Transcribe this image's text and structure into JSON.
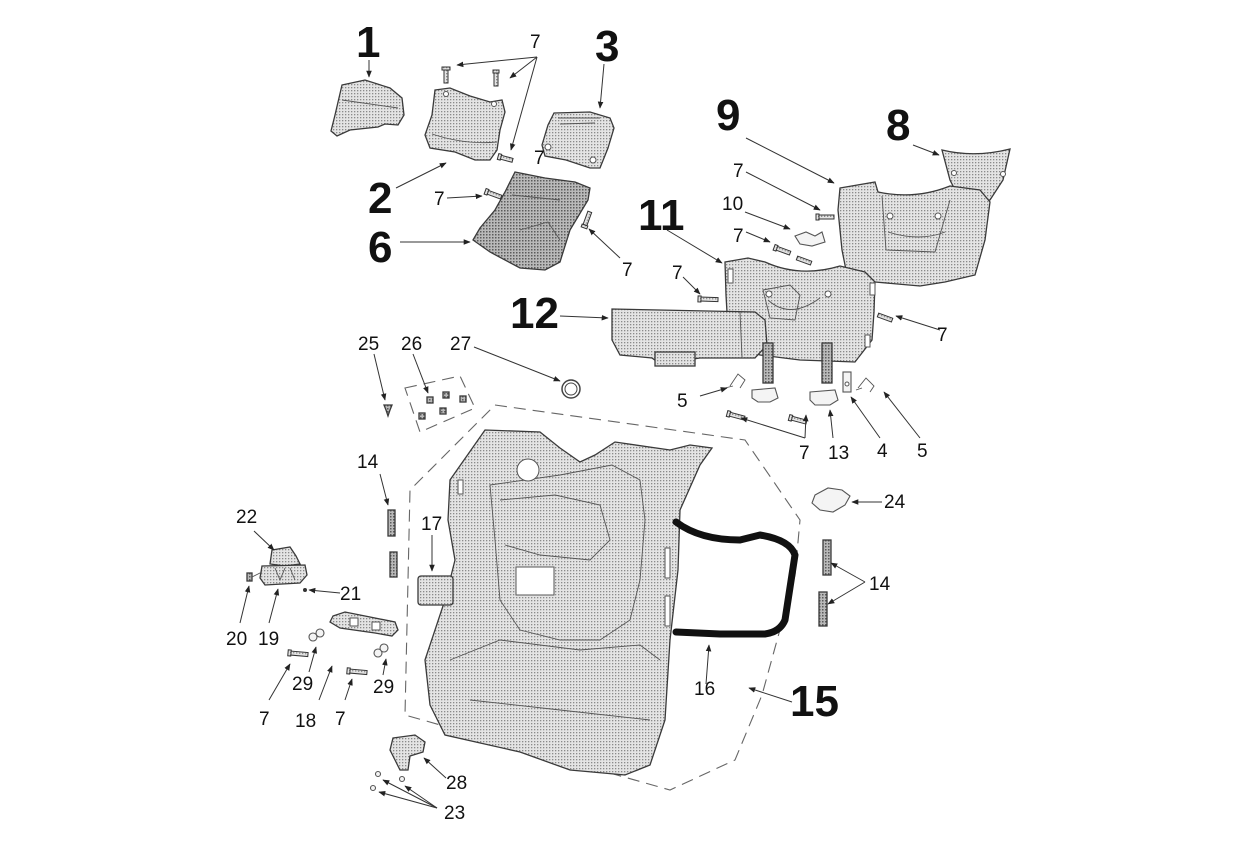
{
  "diagram": {
    "title": "",
    "type": "exploded-parts-view",
    "callouts": [
      {
        "id": "c1",
        "text": "1",
        "style": "large",
        "part": "Front shield cover piece"
      },
      {
        "id": "c2",
        "text": "2",
        "style": "large",
        "part": "Center cover piece"
      },
      {
        "id": "c3",
        "text": "3",
        "style": "large",
        "part": "Right cover piece"
      },
      {
        "id": "c4",
        "text": "4",
        "style": "small",
        "part": "Plate"
      },
      {
        "id": "c5a",
        "text": "5",
        "style": "small",
        "part": "Spring clip (left)"
      },
      {
        "id": "c5b",
        "text": "5",
        "style": "small",
        "part": "Spring clip (right)"
      },
      {
        "id": "c6",
        "text": "6",
        "style": "large",
        "part": "Lower tray"
      },
      {
        "id": "c7a",
        "text": "7",
        "style": "small",
        "part": "Screws (top group)"
      },
      {
        "id": "c7b",
        "text": "7",
        "style": "small",
        "part": "Screw near part 2"
      },
      {
        "id": "c7c",
        "text": "7",
        "style": "small",
        "part": "Screw near part 6"
      },
      {
        "id": "c7d",
        "text": "7",
        "style": "small",
        "part": "Screw near part 9"
      },
      {
        "id": "c7e",
        "text": "7",
        "style": "small",
        "part": "Screw near part 10"
      },
      {
        "id": "c7f",
        "text": "7",
        "style": "small",
        "part": "Screw near part 11"
      },
      {
        "id": "c7g",
        "text": "7",
        "style": "small",
        "part": "Screw right of part 11"
      },
      {
        "id": "c7h",
        "text": "7",
        "style": "small",
        "part": "Screws under part 11"
      },
      {
        "id": "c7i",
        "text": "7",
        "style": "small",
        "part": "Screw left of part 18"
      },
      {
        "id": "c7j",
        "text": "7",
        "style": "small",
        "part": "Screw right of part 18"
      },
      {
        "id": "c8",
        "text": "8",
        "style": "large",
        "part": "Upper cover"
      },
      {
        "id": "c9",
        "text": "9",
        "style": "large",
        "part": "Rear shield"
      },
      {
        "id": "c10",
        "text": "10",
        "style": "small",
        "part": "Bracket"
      },
      {
        "id": "c11",
        "text": "11",
        "style": "large",
        "part": "Inner shield panel"
      },
      {
        "id": "c12",
        "text": "12",
        "style": "large",
        "part": "Glove box lid"
      },
      {
        "id": "c13",
        "text": "13",
        "style": "small",
        "part": "Hook bracket"
      },
      {
        "id": "c14a",
        "text": "14",
        "style": "small",
        "part": "Rubber strip (left)"
      },
      {
        "id": "c14b",
        "text": "14",
        "style": "small",
        "part": "Rubber strips (right)"
      },
      {
        "id": "c15",
        "text": "15",
        "style": "large",
        "part": "Inner leg shield assembly"
      },
      {
        "id": "c16",
        "text": "16",
        "style": "small",
        "part": "Hose / seal"
      },
      {
        "id": "c17",
        "text": "17",
        "style": "small",
        "part": "Cover cap"
      },
      {
        "id": "c18",
        "text": "18",
        "style": "small",
        "part": "Mounting plate"
      },
      {
        "id": "c19",
        "text": "19",
        "style": "small",
        "part": "Lock body"
      },
      {
        "id": "c20",
        "text": "20",
        "style": "small",
        "part": "Lock pin"
      },
      {
        "id": "c21",
        "text": "21",
        "style": "small",
        "part": "Clip"
      },
      {
        "id": "c22",
        "text": "22",
        "style": "small",
        "part": "Lock cover"
      },
      {
        "id": "c23",
        "text": "23",
        "style": "small",
        "part": "Washers"
      },
      {
        "id": "c24",
        "text": "24",
        "style": "small",
        "part": "Clip fastener"
      },
      {
        "id": "c25",
        "text": "25",
        "style": "small",
        "part": "Push rivet"
      },
      {
        "id": "c26",
        "text": "26",
        "style": "small",
        "part": "Nuts set"
      },
      {
        "id": "c27",
        "text": "27",
        "style": "small",
        "part": "Ring grommet"
      },
      {
        "id": "c28",
        "text": "28",
        "style": "small",
        "part": "Lock latch"
      },
      {
        "id": "c29a",
        "text": "29",
        "style": "small",
        "part": "Washer (left)"
      },
      {
        "id": "c29b",
        "text": "29",
        "style": "small",
        "part": "Washer (right)"
      }
    ]
  }
}
